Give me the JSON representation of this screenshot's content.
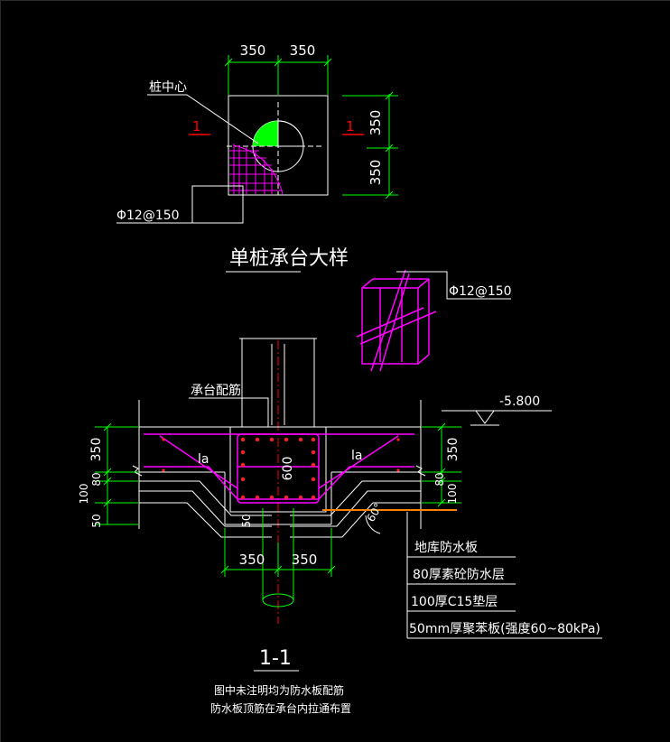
{
  "colors": {
    "background": "#000000",
    "line": "#ffffff",
    "dimension": "#00ff00",
    "rebar": "#ff00ff",
    "rebar_section": "#ff2020",
    "section_marker": "#ff0000",
    "pile_fill": "#00ff00",
    "elevation_line": "#ff8000"
  },
  "plan": {
    "dim_left": "350",
    "dim_right": "350",
    "dim_upper": "350",
    "dim_lower": "350",
    "pile_center_label": "桩中心",
    "rebar_label": "Φ12@150",
    "section_mark_left": "1",
    "section_mark_right": "1",
    "title": "单桩承台大样"
  },
  "detail": {
    "rebar_label": "Φ12@150"
  },
  "section": {
    "cap_rebar_label": "承台配筋",
    "elevation": "-5.800",
    "la_left": "la",
    "la_right": "la",
    "dim_600": "600",
    "left_dims": [
      "350",
      "80",
      "100",
      "50"
    ],
    "right_dims": [
      "350",
      "80",
      "100"
    ],
    "bottom_dim_left": "350",
    "bottom_dim_right": "350",
    "dim_50": "50",
    "angle": "60°",
    "title": "1-1",
    "layers": [
      "地库防水板",
      "80厚素砼防水层",
      "100厚C15垫层",
      "50mm厚聚苯板(强度60~80kPa)"
    ],
    "notes": [
      "图中未注明均为防水板配筋",
      "防水板顶筋在承台内拉通布置"
    ]
  }
}
